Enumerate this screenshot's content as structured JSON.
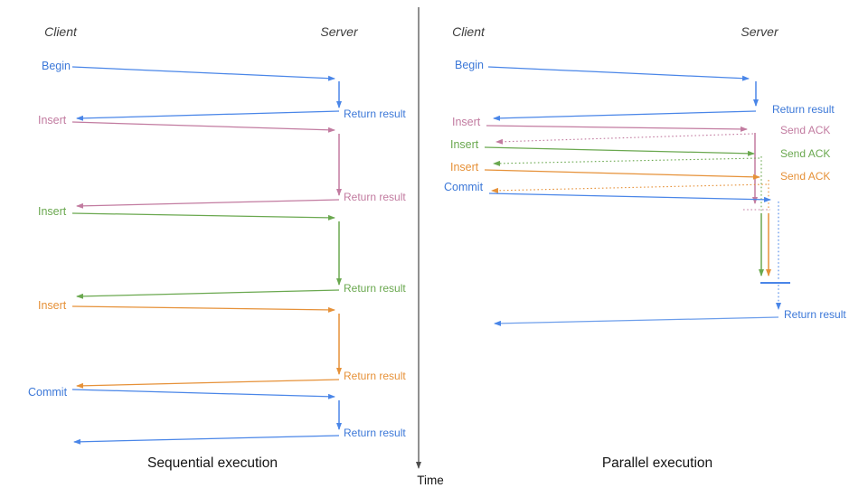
{
  "palette": {
    "blue_text": "#3c78d8",
    "blue_line": "#4a86e8",
    "light_blue_line": "#6d9eeb",
    "pink": "#c27ba0",
    "green": "#6aa84f",
    "orange": "#e69138",
    "axis_gray": "#4d4d4d"
  },
  "left_panel": {
    "client_heading": "Client",
    "server_heading": "Server",
    "caption": "Sequential execution",
    "messages": [
      {
        "label": "Begin",
        "color": "#3c78d8",
        "response": "Return result"
      },
      {
        "label": "Insert",
        "color": "#c27ba0",
        "response": "Return result"
      },
      {
        "label": "Insert",
        "color": "#6aa84f",
        "response": "Return result"
      },
      {
        "label": "Insert",
        "color": "#e69138",
        "response": "Return result"
      },
      {
        "label": "Commit",
        "color": "#3c78d8",
        "response": "Return result"
      }
    ]
  },
  "right_panel": {
    "client_heading": "Client",
    "server_heading": "Server",
    "caption": "Parallel execution",
    "messages": [
      {
        "label": "Begin",
        "color": "#3c78d8",
        "response": "Return result"
      },
      {
        "label": "Insert",
        "color": "#c27ba0",
        "response": "Send ACK"
      },
      {
        "label": "Insert",
        "color": "#6aa84f",
        "response": "Send ACK"
      },
      {
        "label": "Insert",
        "color": "#e69138",
        "response": "Send ACK"
      },
      {
        "label": "Commit",
        "color": "#3c78d8",
        "response": "Return result"
      }
    ]
  },
  "time_axis": {
    "label": "Time"
  }
}
